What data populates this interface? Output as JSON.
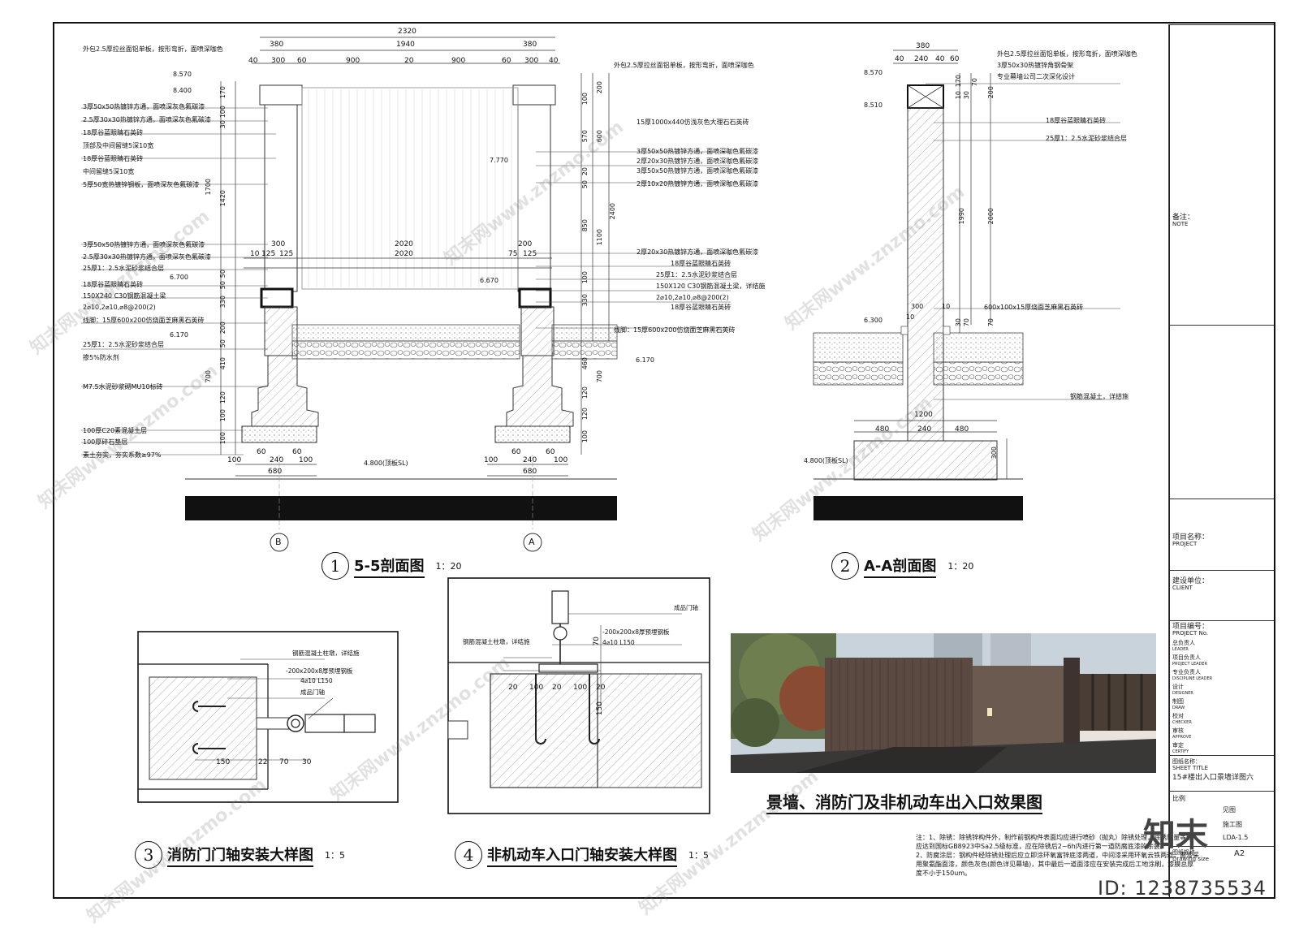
{
  "section55": {
    "circle_number": "1",
    "title": "5-5剖面图",
    "scale": "1：20",
    "axis_left": "B",
    "axis_right": "A",
    "dims_top": [
      "2320",
      "380",
      "1940",
      "380",
      "40",
      "300",
      "60",
      "900",
      "20",
      "900",
      "60",
      "300",
      "40"
    ],
    "dims_mid": [
      "300",
      "2020",
      "200",
      "10",
      "125",
      "125",
      "2020",
      "75",
      "125"
    ],
    "dims_bottom": [
      "100",
      "60",
      "240",
      "60",
      "100",
      "680",
      "100",
      "60",
      "240",
      "60",
      "100",
      "680"
    ],
    "dims_left_vertical": [
      "170",
      "100",
      "30",
      "1700",
      "1420",
      "50",
      "50",
      "330",
      "200",
      "50",
      "410",
      "700",
      "120",
      "100",
      "100"
    ],
    "dims_right_vertical": [
      "200",
      "100",
      "570",
      "600",
      "2400",
      "20",
      "50",
      "850",
      "1100",
      "100",
      "330",
      "460",
      "700",
      "120",
      "120",
      "100"
    ],
    "levels": [
      "8.570",
      "8.400",
      "7.770",
      "6.700",
      "6.670",
      "6.170",
      "6.170",
      "4.800(顶板SL)"
    ],
    "left_notes": [
      "外包2.5厚拉丝面铝单板，按形弯折，面喷深咖色",
      "3厚50x50热镀锌方通，面喷深灰色氟碳漆",
      "2.5厚30x30热镀锌方通，面喷深灰色氟碳漆",
      "18厚谷蓝眼睛石英砖",
      "顶部及中间留缝5深10宽",
      "18厚谷蓝眼睛石英砖",
      "中间留缝5深10宽",
      "5厚50宽热镀锌钢板，面喷深灰色氟碳漆",
      "3厚50x50热镀锌方通，面喷深灰色氟碳漆",
      "2.5厚30x30热镀锌方通，面喷深灰色氟碳漆",
      "25厚1：2.5水泥砂浆结合层",
      "18厚谷蓝眼睛石英砖",
      "150X240 C30钢筋混凝土梁",
      "2⌀10,2⌀10,⌀8@200(2)",
      "线脚：15厚600x200仿烧面芝麻黑石英砖",
      "25厚1：2.5水泥砂浆结合层",
      "掺5%防水剂",
      "M7.5水泥砂浆砌MU10标砖",
      "100厚C20素混凝土层",
      "100厚碎石垫层",
      "素土夯实，夯实系数≥97%"
    ],
    "right_notes": [
      "外包2.5厚拉丝面铝单板，按形弯折，面喷深咖色",
      "15厚1000x440仿浅灰色大理石石英砖",
      "3厚50x50热镀锌方通，面喷深咖色氟碳漆",
      "2厚20x30热镀锌方通，面喷深咖色氟碳漆",
      "3厚50x50热镀锌方通，面喷深咖色氟碳漆",
      "2厚10x20热镀锌方通，面喷深咖色氟碳漆",
      "2厚20x30热镀锌方通，面喷深咖色氟碳漆",
      "18厚谷蓝眼睛石英砖",
      "25厚1：2.5水泥砂浆结合层",
      "150X120 C30钢筋混凝土梁，详结施",
      "2⌀10,2⌀10,⌀8@200(2)",
      "18厚谷蓝眼睛石英砖",
      "线脚：15厚600x200仿烧面芝麻黑石英砖"
    ]
  },
  "sectionAA": {
    "circle_number": "2",
    "title": "A-A剖面图",
    "scale": "1：20",
    "dims_top": [
      "380",
      "40",
      "240",
      "40",
      "60"
    ],
    "dims_bottom": [
      "1200",
      "480",
      "240",
      "480"
    ],
    "dims_vertical": [
      "170",
      "10",
      "30",
      "70",
      "200",
      "1990",
      "2000",
      "10",
      "300",
      "10",
      "30",
      "70",
      "70",
      "300"
    ],
    "levels": [
      "8.570",
      "8.510",
      "6.300",
      "4.800(顶板SL)"
    ],
    "notes": [
      "外包2.5厚拉丝面铝单板，按形弯折，面喷深咖色",
      "3厚50x30热镀锌角钢骨架",
      "专业幕墙公司二次深化设计",
      "18厚谷蓝眼睛石英砖",
      "25厚1：2.5水泥砂浆结合层",
      "600x100x15厚烧面芝麻黑石英砖",
      "钢筋混凝土，详结施"
    ]
  },
  "detail3": {
    "circle_number": "3",
    "title": "消防门门轴安装大样图",
    "scale": "1：5",
    "notes": [
      "钢筋混凝土柱墩，详结施",
      "-200x200x8厚预埋钢板",
      "4⌀10 L150",
      "成品门轴"
    ],
    "dims": [
      "150",
      "22",
      "70",
      "30"
    ]
  },
  "detail4": {
    "circle_number": "4",
    "title": "非机动车入口门轴安装大样图",
    "scale": "1：5",
    "notes": [
      "成品门轴",
      "钢筋混凝土柱墩，详结施",
      "-200x200x8厚预埋钢板",
      "4⌀10 L150"
    ],
    "dims": [
      "20",
      "100",
      "20",
      "100",
      "20",
      "70",
      "150"
    ]
  },
  "rendering": {
    "title": "景墙、消防门及非机动车出入口效果图"
  },
  "general_notes": [
    "注：1、除锈：除锈锌构件外，制作前钢构件表面均应进行喷砂（抛丸）除锈处理，除锈质量等级",
    "应达到国标GB8923中Sa2.5级标准，应在除锈后2~6h内进行第一道防腐底漆的涂装。",
    "2、防腐涂层：钢构件经除锈处理后应立即涂环氧富锌底漆两道，中间漆采用环氧云铁两道，面漆采",
    "用聚氨酯面漆，颜色灰色(颜色详见幕墙)，其中最后一道面漆应在安装完成后工地涂刷，漆膜总厚",
    "度不小于150um。"
  ],
  "title_block": {
    "note": {
      "cn": "备注：",
      "en": "NOTE"
    },
    "project": {
      "cn": "项目名称：",
      "en": "PROJECT"
    },
    "client": {
      "cn": "建设单位：",
      "en": "CLIENT"
    },
    "project_no": {
      "cn": "项目编号：",
      "en": "PROJECT No."
    },
    "roles": [
      {
        "cn": "总负责人",
        "en": "LEADER"
      },
      {
        "cn": "项目负责人",
        "en": "PROJECT LEADER"
      },
      {
        "cn": "专业负责人",
        "en": "DISCIPLINE LEADER"
      },
      {
        "cn": "设计",
        "en": "DESIGNER"
      },
      {
        "cn": "制图",
        "en": "DRAW"
      },
      {
        "cn": "校对",
        "en": "CHECKER"
      },
      {
        "cn": "审核",
        "en": "APPROVE"
      },
      {
        "cn": "审定",
        "en": "CERTIFY"
      }
    ],
    "sheet_title_label": {
      "cn": "图纸名称：",
      "en": "SHEET TITLE"
    },
    "sheet_title": "15#楼出入口景墙详图六",
    "scale_label": "比例",
    "scale_value": "见图",
    "stage": "施工图",
    "drawing_no": "LDA-1.5",
    "size_label": {
      "cn": "图纸规格",
      "en": "Drawing size"
    },
    "size_value": "A2"
  },
  "image_id": "ID: 1238735534",
  "logo_text": "知末",
  "watermark": "知末网www.znzmo.com"
}
